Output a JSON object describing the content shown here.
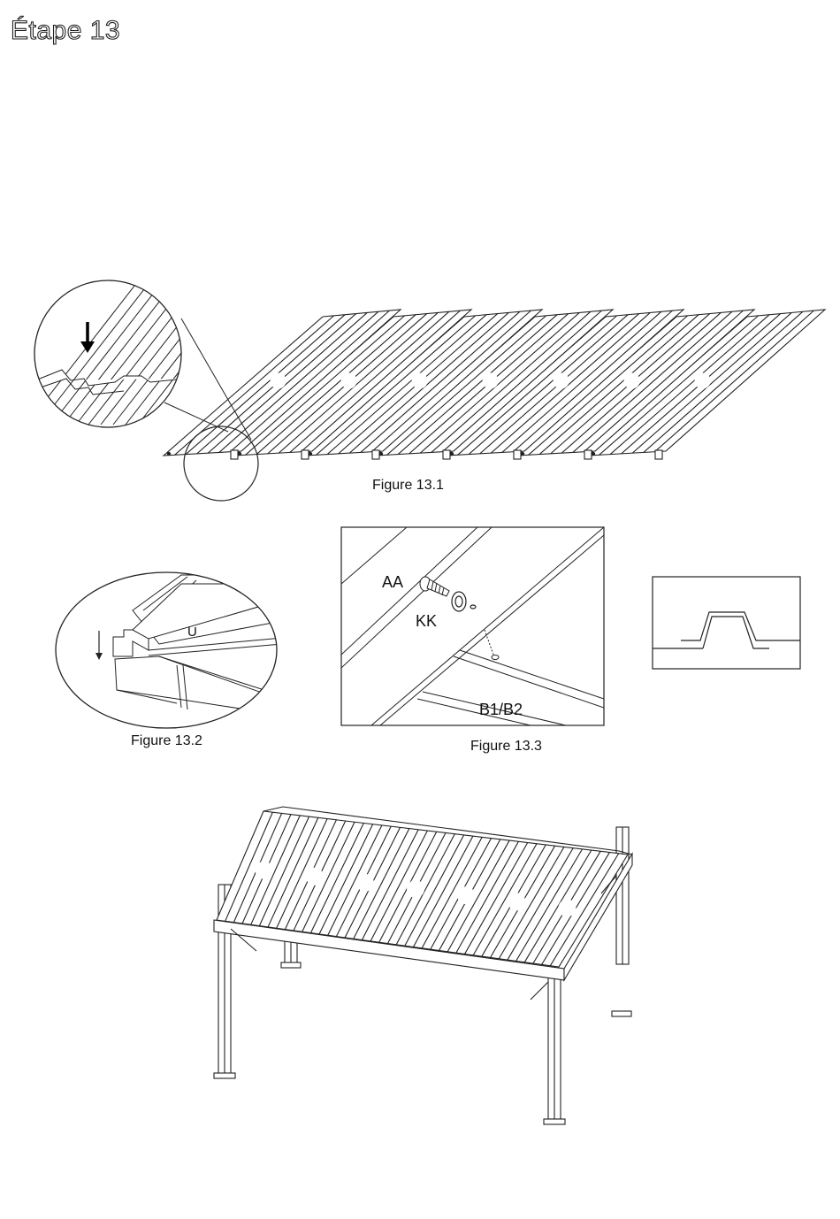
{
  "header": {
    "title": "Étape 13"
  },
  "figures": {
    "fig1": {
      "caption": "Figure 13.1"
    },
    "fig2": {
      "caption": "Figure 13.2",
      "part_label": "U"
    },
    "fig3": {
      "caption": "Figure 13.3",
      "labels": {
        "screw": "AA",
        "washer": "KK",
        "beam": "B1/B2"
      }
    }
  },
  "icons": [
    "down-arrow-icon",
    "bold-down-arrow-icon",
    "magnifier-circle-icon"
  ]
}
